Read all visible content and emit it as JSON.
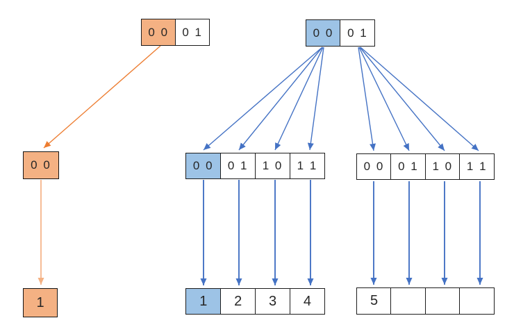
{
  "colors": {
    "orange_fill": "#F4B183",
    "orange_arrow": "#ED7D31",
    "orange_arrow_light": "#F4B183",
    "blue_fill": "#9DC3E6",
    "blue_arrow": "#4472C4"
  },
  "nodes": {
    "root_left": {
      "cells": [
        {
          "label": "0 0",
          "fill": "orange"
        },
        {
          "label": "0 1",
          "fill": "white"
        }
      ]
    },
    "root_right": {
      "cells": [
        {
          "label": "0 0",
          "fill": "blue"
        },
        {
          "label": "0 1",
          "fill": "white"
        }
      ]
    },
    "left_mid": {
      "label": "0 0",
      "fill": "orange"
    },
    "left_leaf": {
      "label": "1",
      "fill": "orange"
    },
    "mid_row_left": {
      "cells": [
        {
          "label": "0 0",
          "fill": "blue"
        },
        {
          "label": "0 1",
          "fill": "white"
        },
        {
          "label": "1 0",
          "fill": "white"
        },
        {
          "label": "1 1",
          "fill": "white"
        }
      ]
    },
    "mid_row_right": {
      "cells": [
        {
          "label": "0 0",
          "fill": "white"
        },
        {
          "label": "0 1",
          "fill": "white"
        },
        {
          "label": "1 0",
          "fill": "white"
        },
        {
          "label": "1 1",
          "fill": "white"
        }
      ]
    },
    "leaf_row_left": {
      "cells": [
        {
          "label": "1",
          "fill": "blue"
        },
        {
          "label": "2",
          "fill": "white"
        },
        {
          "label": "3",
          "fill": "white"
        },
        {
          "label": "4",
          "fill": "white"
        }
      ]
    },
    "leaf_row_right": {
      "cells": [
        {
          "label": "5",
          "fill": "white"
        },
        {
          "label": "",
          "fill": "white"
        },
        {
          "label": "",
          "fill": "white"
        },
        {
          "label": "",
          "fill": "white"
        }
      ]
    }
  }
}
